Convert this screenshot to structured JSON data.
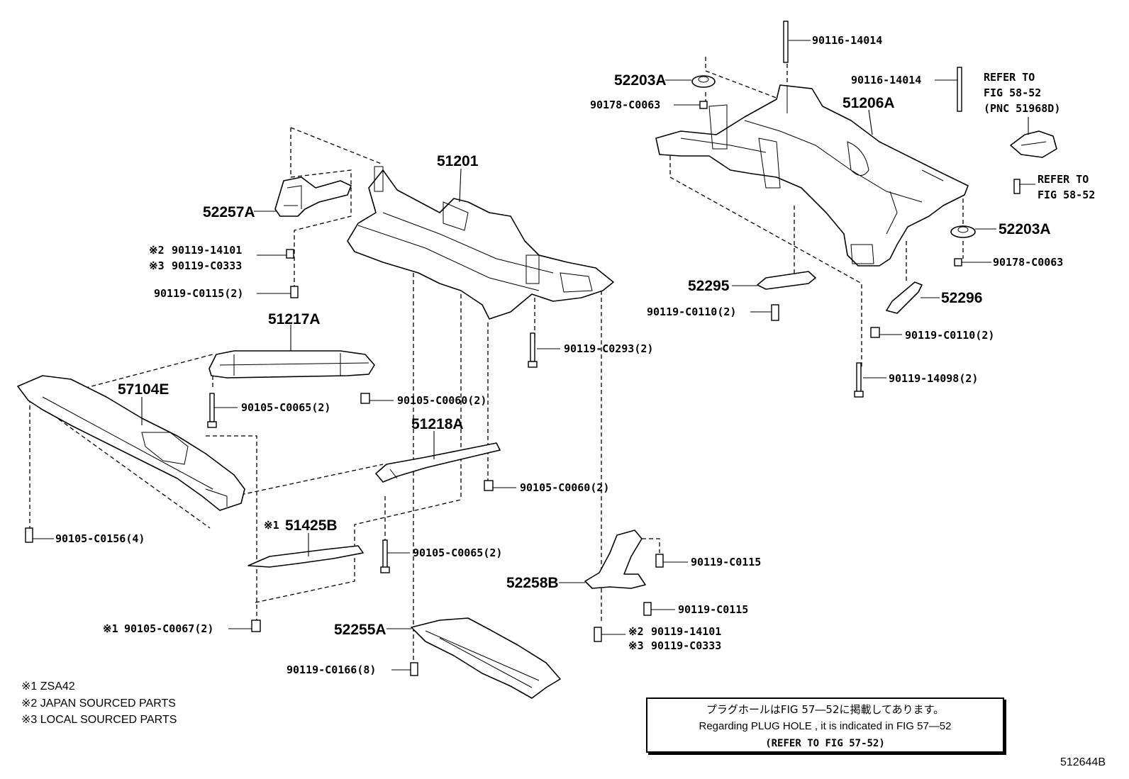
{
  "labels": {
    "p51201": "51201",
    "p51206a": "51206A",
    "p51217a": "51217A",
    "p57104e": "57104E",
    "p51218a": "51218A",
    "p51425b": "51425B",
    "p52257a": "52257A",
    "p52258b": "52258B",
    "p52255a": "52255A",
    "p52203a_top": "52203A",
    "p52203a_right": "52203A",
    "p52295": "52295",
    "p52296": "52296",
    "f_90116_14014_top": "90116-14014",
    "f_90116_14014_mid": "90116-14014",
    "f_90178_c0063_left": "90178-C0063",
    "f_90178_c0063_right": "90178-C0063",
    "f_90119_14101_left": "90119-14101",
    "f_90119_c0333_left": "90119-C0333",
    "f_90119_c0115_2": "90119-C0115(2)",
    "f_90105_c0065_2_a": "90105-C0065(2)",
    "f_90105_c0060_2_a": "90105-C0060(2)",
    "f_90119_c0293_2": "90119-C0293(2)",
    "f_90105_c0060_2_b": "90105-C0060(2)",
    "f_90105_c0156_4": "90105-C0156(4)",
    "f_90105_c0065_2_b": "90105-C0065(2)",
    "f_90105_c0067_2": "90105-C0067(2)",
    "f_90119_c0166_8": "90119-C0166(8)",
    "f_90119_c0115_a": "90119-C0115",
    "f_90119_c0115_b": "90119-C0115",
    "f_90119_14101_right": "90119-14101",
    "f_90119_c0333_right": "90119-C0333",
    "f_90119_c0110_2_a": "90119-C0110(2)",
    "f_90119_c0110_2_b": "90119-C0110(2)",
    "f_90119_14098_2": "90119-14098(2)"
  },
  "marks": {
    "m1": "※1",
    "m2": "※2",
    "m3": "※3"
  },
  "refs": {
    "refer_fig_top_1": "REFER TO",
    "refer_fig_top_2": "FIG 58-52",
    "refer_fig_top_3": "(PNC 51968D)",
    "refer_fig_mid_1": "REFER TO",
    "refer_fig_mid_2": "FIG 58-52"
  },
  "footnotes": [
    "※1 ZSA42",
    "※2 JAPAN SOURCED PARTS",
    "※3 LOCAL SOURCED PARTS"
  ],
  "plug_note": {
    "jp": "プラグホールはFIG 57―52に掲載してあります。",
    "en": "Regarding PLUG HOLE , it is indicated in FIG 57―52",
    "ref": "(REFER TO FIG 57-52)"
  },
  "figure_id": "512644B"
}
